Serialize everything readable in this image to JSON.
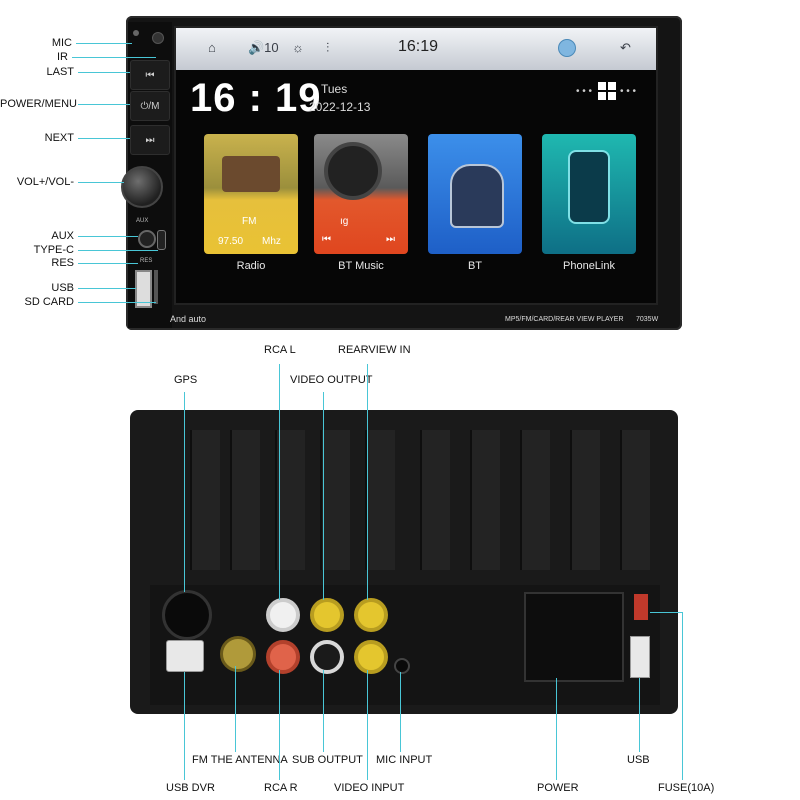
{
  "front_labels": {
    "mic": "MIC",
    "ir": "IR",
    "last": "LAST",
    "power_menu": "POWER/MENU",
    "next": "NEXT",
    "vol": "VOL+/VOL-",
    "aux": "AUX",
    "type_c": "TYPE-C",
    "res": "RES",
    "usb": "USB",
    "sd_card": "SD CARD"
  },
  "panel_buttons": {
    "last": "⏮",
    "power": "⏻/M",
    "next": "⏭"
  },
  "panel_small": {
    "aux": "AUX",
    "res": "RES"
  },
  "screen": {
    "topbar": {
      "volume": "🔊10",
      "time": "16:19"
    },
    "clock": "16 : 19",
    "day": "Tues",
    "date": "2022-12-13",
    "cards": [
      {
        "label": "Radio",
        "line1": "FM",
        "line2": "97.50",
        "line3": "Mhz"
      },
      {
        "label": "BT Music",
        "line1": "ıg"
      },
      {
        "label": "BT"
      },
      {
        "label": "PhoneLink"
      }
    ]
  },
  "footer": {
    "brand": "And  auto",
    "model_desc": "MP5/FM/CARD/REAR VIEW PLAYER",
    "model": "7035W"
  },
  "rear_labels": {
    "gps": "GPS",
    "rca_l": "RCA L",
    "video_output": "VIDEO OUTPUT",
    "rearview_in": "REARVIEW IN",
    "usb_dvr": "USB DVR",
    "fm_antenna": "FM THE ANTENNA",
    "rca_r": "RCA R",
    "sub_output": "SUB OUTPUT",
    "video_input": "VIDEO INPUT",
    "mic_input": "MIC INPUT",
    "power": "POWER",
    "usb": "USB",
    "fuse": "FUSE(10A)"
  },
  "colors": {
    "leader": "#49c6d6",
    "radio_card": "#d6b84a",
    "bt_music_card": "#e2582c",
    "bt_card": "#2f7fe0",
    "phonelink_card": "#1aa39e"
  }
}
